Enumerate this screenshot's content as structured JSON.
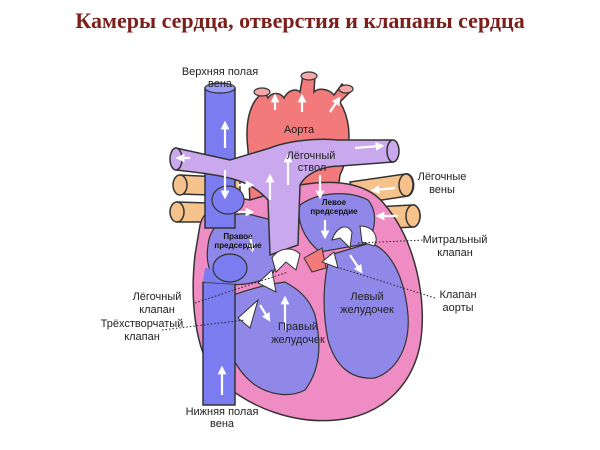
{
  "title": "Камеры сердца, отверстия и клапаны сердца",
  "labels": {
    "svc": [
      "Верхняя полая",
      "вена"
    ],
    "aorta": "Аорта",
    "pulm_trunk": [
      "Лёгочный",
      "ствол"
    ],
    "pulm_veins": [
      "Лёгочные",
      "вены"
    ],
    "left_atrium": [
      "Левое",
      "предсердие"
    ],
    "right_atrium": [
      "Правое",
      "предсердие"
    ],
    "mitral": [
      "Митральный",
      "клапан"
    ],
    "aortic_valve": [
      "Клапан",
      "аорты"
    ],
    "left_ventricle": [
      "Левый",
      "желудочек"
    ],
    "pulm_valve": [
      "Лёгочный",
      "клапан"
    ],
    "tricuspid": [
      "Трёхстворчатый",
      "клапан"
    ],
    "right_ventricle": [
      "Правый",
      "желудочек"
    ],
    "ivc": [
      "Нижняя полая",
      "вена"
    ]
  },
  "colors": {
    "title": "#7a1f1a",
    "vena_cava": "#7b7cf0",
    "aorta": "#f27a7a",
    "pulmonary_trunk": "#c9a8ee",
    "pulmonary_veins": "#f6c28b",
    "myocardium": "#f08cc4",
    "chambers": "#8f88e8"
  }
}
